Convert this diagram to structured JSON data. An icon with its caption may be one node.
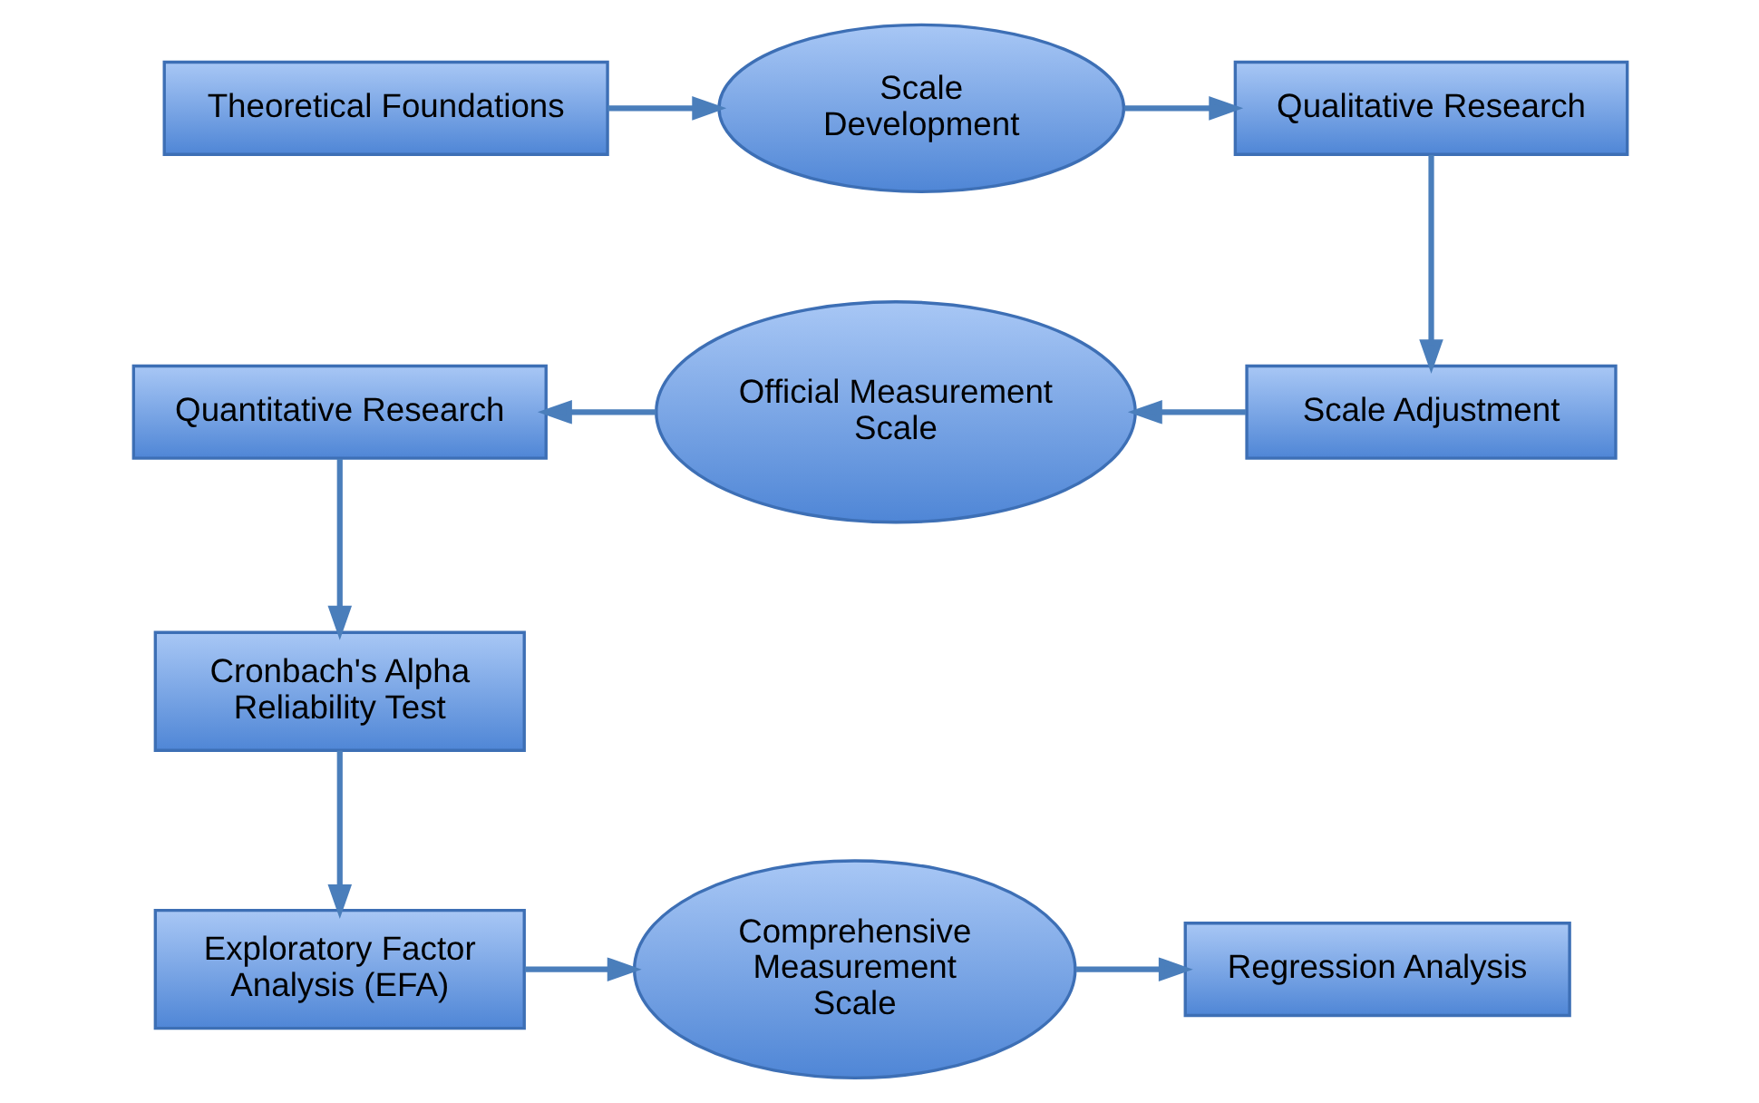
{
  "diagram": {
    "nodes": [
      {
        "text": [
          "Theoretical Foundations"
        ]
      },
      {
        "text": [
          "Scale Development"
        ]
      },
      {
        "text": [
          "Qualitative Research"
        ]
      },
      {
        "text": [
          "Quantitative Research"
        ]
      },
      {
        "text": [
          "Official Measurement Scale"
        ]
      },
      {
        "text": [
          "Scale Adjustment"
        ]
      },
      {
        "text": [
          "Cronbach's Alpha Reliability Test"
        ]
      },
      {
        "text": [
          "Exploratory Factor Analysis (EFA)"
        ]
      },
      {
        "text": [
          "Comprehensive Measurement Scale"
        ]
      },
      {
        "text": [
          "Regression Analysis"
        ]
      }
    ],
    "edges": [
      {
        "from": 0,
        "to": 1,
        "arrow": "to"
      },
      {
        "from": 1,
        "to": 2,
        "arrow": "to"
      },
      {
        "from": 2,
        "to": 5,
        "arrow": "to"
      },
      {
        "from": 5,
        "to": 4,
        "arrow": "to"
      },
      {
        "from": 4,
        "to": 3,
        "arrow": "to"
      },
      {
        "from": 3,
        "to": 6,
        "arrow": "to"
      },
      {
        "from": 6,
        "to": 7,
        "arrow": "to"
      },
      {
        "from": 7,
        "to": 8,
        "arrow": "to"
      },
      {
        "from": 8,
        "to": 9,
        "arrow": "to"
      }
    ]
  }
}
